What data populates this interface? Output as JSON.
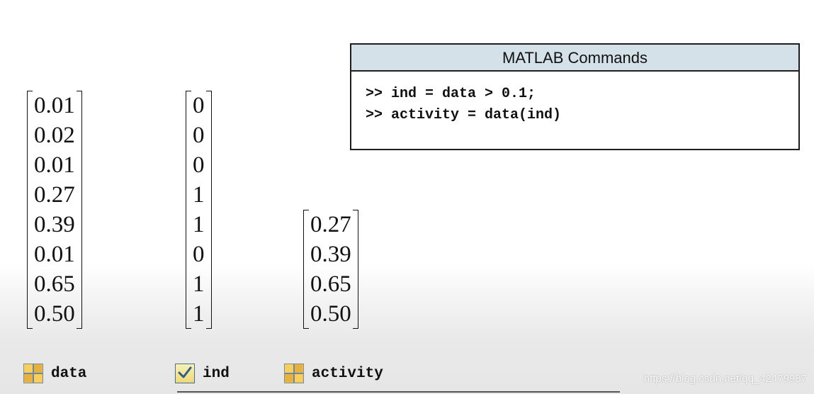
{
  "commands": {
    "title": "MATLAB Commands",
    "lines": [
      ">> ind = data > 0.1;",
      ">> activity = data(ind)"
    ]
  },
  "matrices": {
    "data": [
      "0.01",
      "0.02",
      "0.01",
      "0.27",
      "0.39",
      "0.01",
      "0.65",
      "0.50"
    ],
    "ind": [
      "0",
      "0",
      "0",
      "1",
      "1",
      "0",
      "1",
      "1"
    ],
    "activity": [
      "0.27",
      "0.39",
      "0.65",
      "0.50"
    ]
  },
  "workspace": {
    "variables": [
      {
        "name": "data",
        "icon": "grid-icon"
      },
      {
        "name": "ind",
        "icon": "checkbox-icon"
      },
      {
        "name": "activity",
        "icon": "grid-icon"
      }
    ]
  },
  "watermark": "https://blog.csdn.net/qq_42479987",
  "colors": {
    "header_bg": "#d4e1e9",
    "border": "#1e1e1e"
  }
}
